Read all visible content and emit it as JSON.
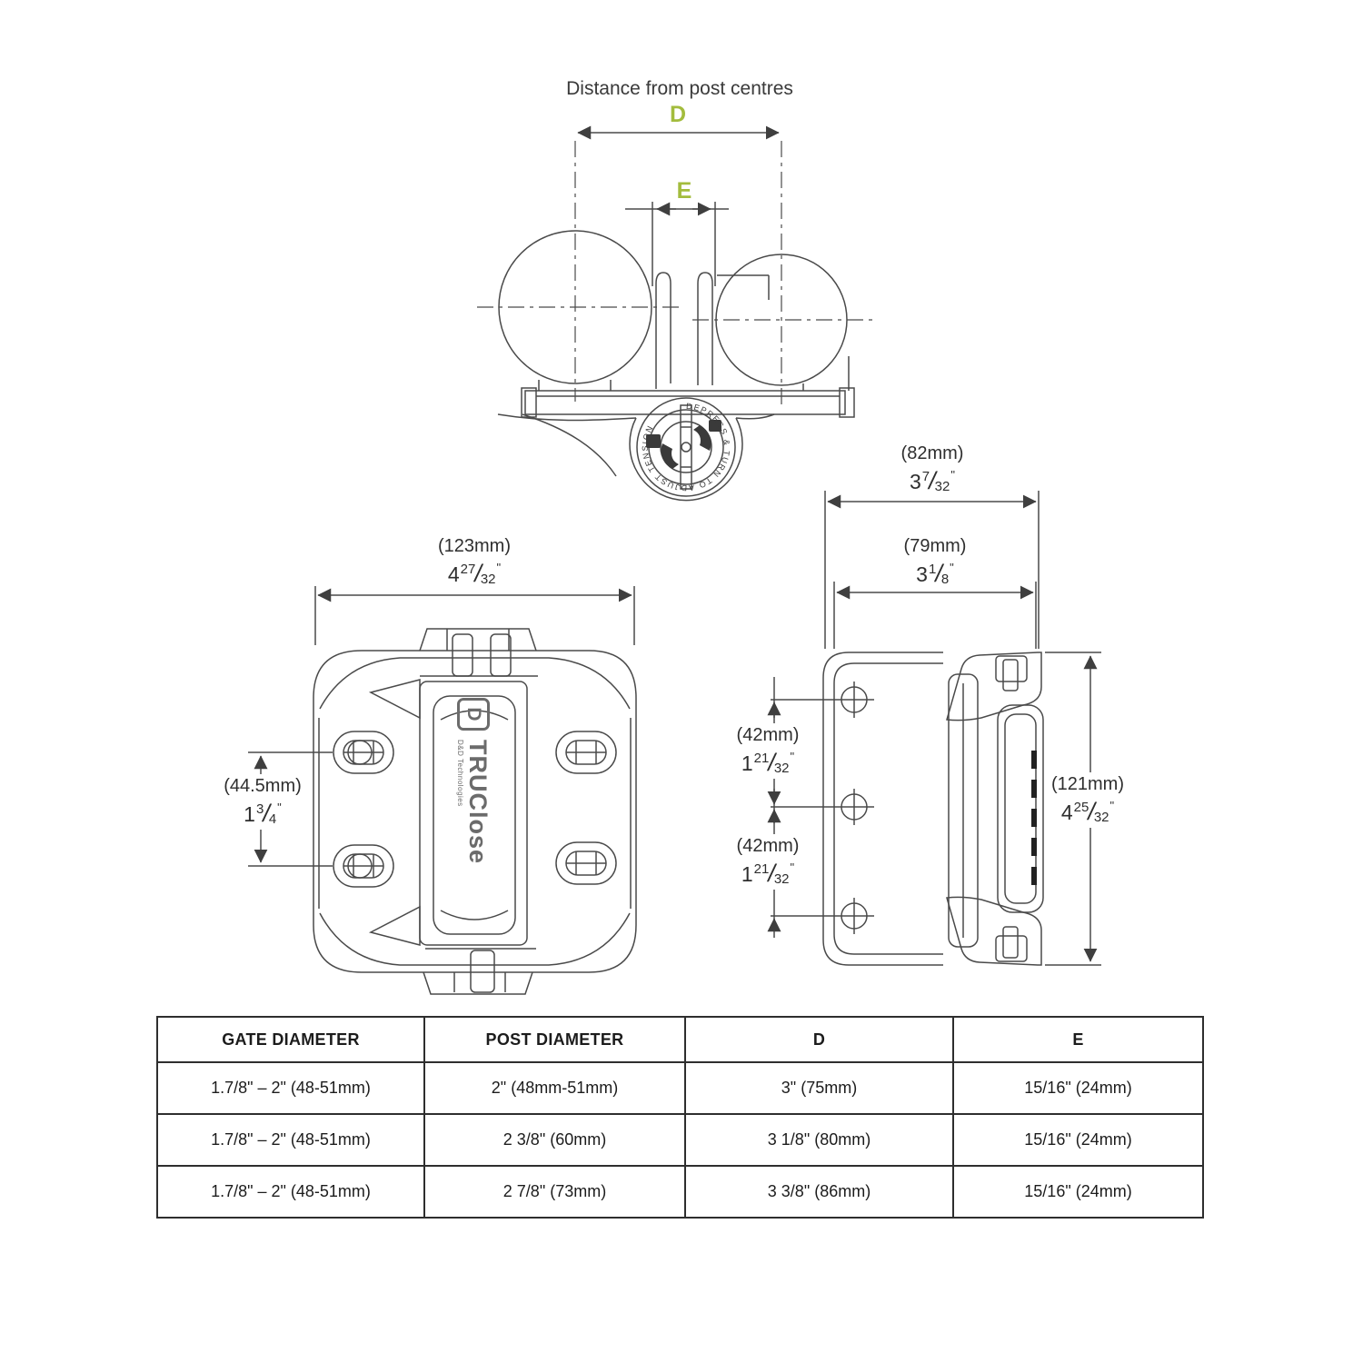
{
  "title": "Distance from post centres",
  "labels": {
    "d": "D",
    "e": "E"
  },
  "colors": {
    "accent_green": "#a3bc3d",
    "line": "#4a4a4a"
  },
  "dial_text": "DEPRESS & TURN TO ADJUST TENSION",
  "logo": {
    "emblem": "D",
    "brand": "TRUClose",
    "sub": "D&D Technologies"
  },
  "dimensions": {
    "front_width": {
      "mm": "(123mm)",
      "whole": "4",
      "num": "27",
      "den": "32",
      "unit": "\""
    },
    "front_holes": {
      "mm": "(44.5mm)",
      "whole": "1",
      "num": "3",
      "den": "4",
      "unit": "\""
    },
    "side_depth": {
      "mm": "(82mm)",
      "whole": "3",
      "num": "7",
      "den": "32",
      "unit": "\""
    },
    "side_plate": {
      "mm": "(79mm)",
      "whole": "3",
      "num": "1",
      "den": "8",
      "unit": "\""
    },
    "side_hole_top": {
      "mm": "(42mm)",
      "whole": "1",
      "num": "21",
      "den": "32",
      "unit": "\""
    },
    "side_hole_bottom": {
      "mm": "(42mm)",
      "whole": "1",
      "num": "21",
      "den": "32",
      "unit": "\""
    },
    "side_height": {
      "mm": "(121mm)",
      "whole": "4",
      "num": "25",
      "den": "32",
      "unit": "\""
    }
  },
  "table": {
    "headers": [
      "GATE DIAMETER",
      "POST DIAMETER",
      "D",
      "E"
    ],
    "rows": [
      [
        "1.7/8\" – 2\" (48-51mm)",
        "2\" (48mm-51mm)",
        "3\" (75mm)",
        "15/16\" (24mm)"
      ],
      [
        "1.7/8\" – 2\" (48-51mm)",
        "2 3/8\" (60mm)",
        "3 1/8\" (80mm)",
        "15/16\" (24mm)"
      ],
      [
        "1.7/8\" – 2\" (48-51mm)",
        "2 7/8\" (73mm)",
        "3 3/8\" (86mm)",
        "15/16\" (24mm)"
      ]
    ]
  }
}
